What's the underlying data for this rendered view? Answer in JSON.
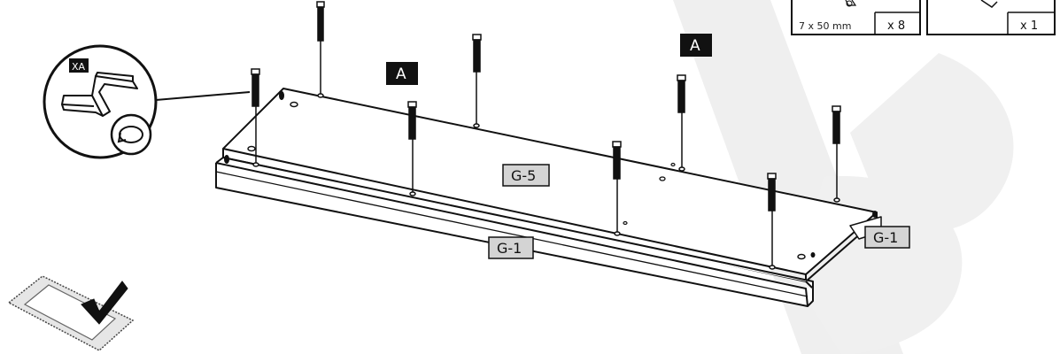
{
  "watermark_color": "#ececec",
  "hardware_box": {
    "size": "7 x 50 mm",
    "qty": "x 8"
  },
  "tool_box": {
    "qty": "x 1"
  },
  "hex_key": {
    "label": "XA",
    "icon": "allen-key-icon"
  },
  "panel_labels": {
    "top_panel": "G-5",
    "front_rail": "G-1",
    "side_rail": "G-1"
  },
  "callouts": [
    {
      "letter": "A"
    },
    {
      "letter": "A"
    }
  ],
  "check_icon": "checkmark-icon"
}
